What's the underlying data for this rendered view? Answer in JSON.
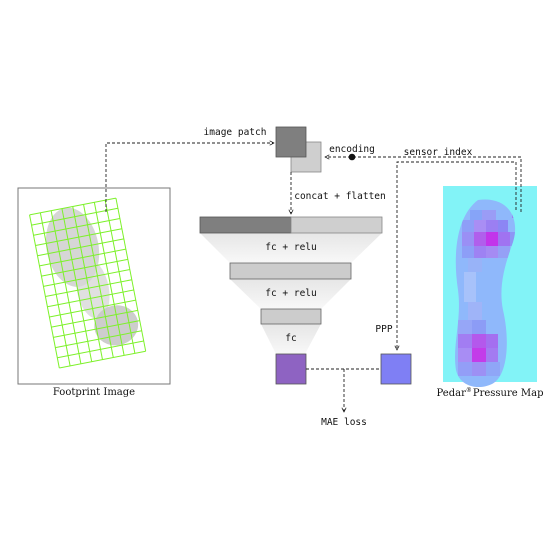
{
  "labels": {
    "image_patch": "image patch",
    "encoding": "encoding",
    "sensor_index": "sensor index",
    "concat_flatten": "concat + flatten",
    "fc_relu_1": "fc + relu",
    "fc_relu_2": "fc + relu",
    "fc": "fc",
    "ppp": "PPP",
    "mae_loss": "MAE loss",
    "footprint_image": "Footprint Image",
    "pressure_map_prefix": "Pedar",
    "pressure_map_sup": "®",
    "pressure_map_suffix": "Pressure Map"
  },
  "colors": {
    "grid_green": "#7df12a",
    "patch_dark": "#7f7f7f",
    "patch_light": "#cfcfcf",
    "prediction_purple": "#8e63c2",
    "ppp_blue": "#7f7ff4",
    "pressure_bg": "#82f3f7"
  }
}
